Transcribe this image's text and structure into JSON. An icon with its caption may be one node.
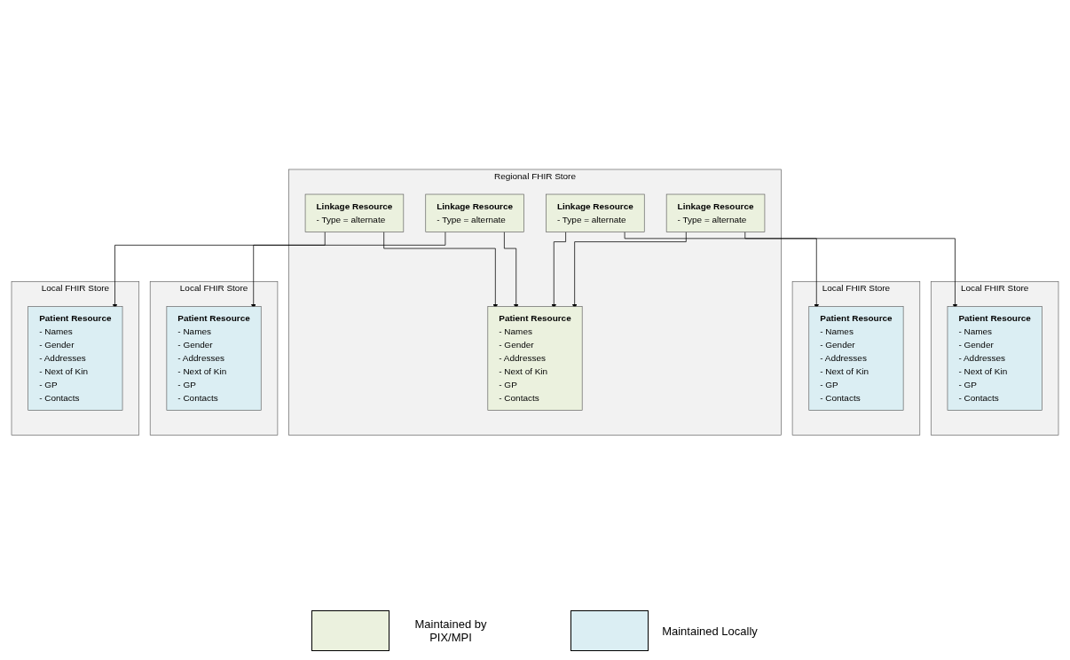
{
  "diagram": {
    "nodes": [
      {
        "text": [
          "Local FHIR Store"
        ]
      },
      {
        "text": [
          "Patient Resource",
          "- Names",
          "- Gender",
          "- Addresses",
          "- Next of Kin",
          "- GP",
          "- Contacts"
        ],
        "in": 0
      },
      {
        "text": [
          "Regional FHIR Store"
        ]
      },
      {
        "text": [
          "Linkage Resource",
          "- Type = alternate"
        ],
        "in": 2
      },
      {
        "text": [
          "Linkage Resource",
          "- Type = alternate"
        ],
        "in": 2
      },
      {
        "text": [
          "Patient Resource",
          "- Names",
          "- Gender",
          "- Addresses",
          "- Next of Kin",
          "- GP",
          "- Contacts"
        ],
        "in": 2
      },
      {
        "text": [
          "Linkage Resource",
          "- Type = alternate"
        ],
        "in": 2
      },
      {
        "text": [
          "Linkage Resource",
          "- Type = alternate"
        ],
        "in": 2
      },
      {
        "text": [
          "Local FHIR Store"
        ]
      },
      {
        "text": [
          "Patient Resource",
          "- Names",
          "- Gender",
          "- Addresses",
          "- Next of Kin",
          "- GP",
          "- Contacts"
        ],
        "in": 8
      },
      {
        "text": [
          "Local FHIR Store"
        ]
      },
      {
        "text": [
          "Patient Resource",
          "- Names",
          "- Gender",
          "- Addresses",
          "- Next of Kin",
          "- GP",
          "- Contacts"
        ],
        "in": 10
      },
      {
        "text": [
          "Local FHIR Store"
        ]
      },
      {
        "text": [
          "Patient Resource",
          "- Names",
          "- Gender",
          "- Addresses",
          "- Next of Kin",
          "- GP",
          "- Contacts"
        ],
        "in": 12
      }
    ],
    "edges": [
      {
        "from": 3,
        "to": 1,
        "arrow": "to"
      },
      {
        "from": 3,
        "to": 5,
        "arrow": "to"
      },
      {
        "from": 4,
        "to": 9,
        "arrow": "to"
      },
      {
        "from": 4,
        "to": 5,
        "arrow": "to"
      },
      {
        "from": 6,
        "to": 11,
        "arrow": "to"
      },
      {
        "from": 6,
        "to": 5,
        "arrow": "to"
      },
      {
        "from": 7,
        "to": 13,
        "arrow": "to"
      },
      {
        "from": 7,
        "to": 5,
        "arrow": "to"
      }
    ],
    "legend": [
      {
        "text": "Maintained by PIX/MPI",
        "color": "#ebf1de"
      },
      {
        "text": "Maintained Locally",
        "color": "#dbeef3"
      }
    ]
  }
}
